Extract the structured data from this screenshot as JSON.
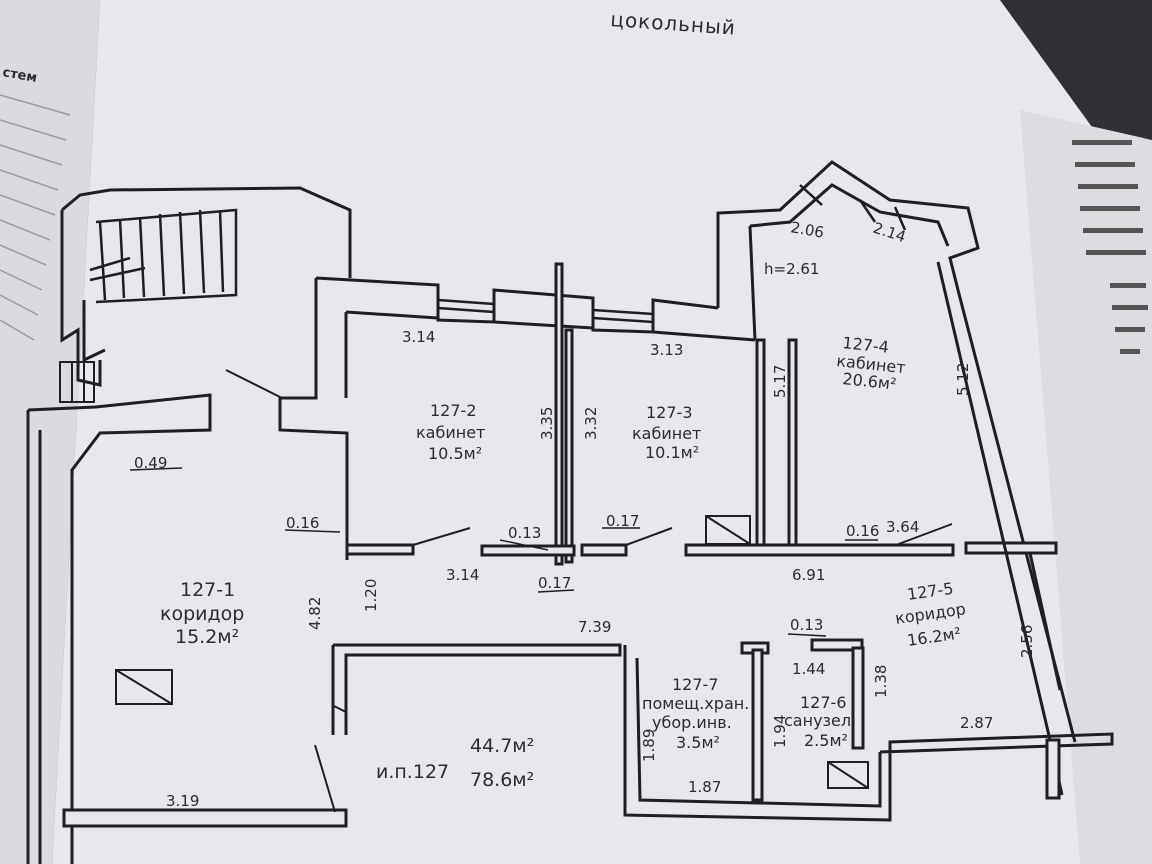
{
  "header": {
    "fragment_left": "стем",
    "title": "цокольный"
  },
  "rooms": {
    "r1": {
      "id": "127-1",
      "name": "коридор",
      "area": "15.2м²"
    },
    "r2": {
      "id": "127-2",
      "name": "кабинет",
      "area": "10.5м²"
    },
    "r3": {
      "id": "127-3",
      "name": "кабинет",
      "area": "10.1м²"
    },
    "r4": {
      "id": "127-4",
      "name": "кабинет",
      "area": "20.6м²"
    },
    "r5": {
      "id": "127-5",
      "name": "коридор",
      "area": "16.2м²"
    },
    "r6": {
      "id": "127-6",
      "name": "санузел",
      "area": "2.5м²"
    },
    "r7": {
      "id": "127-7",
      "name_line1": "помещ.хран.",
      "name_line2": "убор.инв.",
      "area": "3.5м²"
    }
  },
  "totals": {
    "label": "и.п.127",
    "area_main": "44.7м²",
    "area_total": "78.6м²"
  },
  "ceiling_height": "h=2.61",
  "dimensions": {
    "d_314_top": "3.14",
    "d_313_top": "3.13",
    "d_335": "3.35",
    "d_332": "3.32",
    "d_517_left": "5.17",
    "d_512_right": "5.12",
    "d_206": "2.06",
    "d_214": "2.14",
    "d_049": "0.49",
    "d_016_left": "0.16",
    "d_013": "0.13",
    "d_017_top": "0.17",
    "d_017_bottom": "0.17",
    "d_314_bottom": "3.14",
    "d_120": "1.20",
    "d_482": "4.82",
    "d_691": "6.91",
    "d_016_right": "0.16",
    "d_364": "3.64",
    "d_739": "7.39",
    "d_013_b": "0.13",
    "d_144": "1.44",
    "d_138": "1.38",
    "d_256": "2.56",
    "d_287": "2.87",
    "d_189": "1.89",
    "d_194": "1.94",
    "d_187": "1.87",
    "d_319": "3.19"
  }
}
